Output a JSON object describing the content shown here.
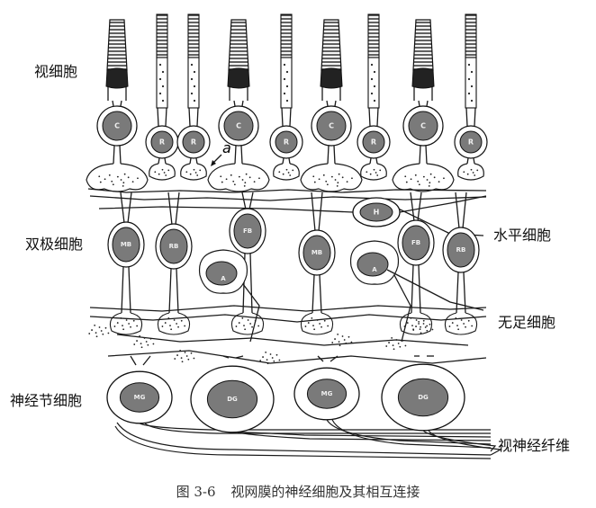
{
  "labels": {
    "photoreceptor": "视细胞",
    "bipolar": "双极细胞",
    "ganglion": "神经节细胞",
    "horizontal": "水平细胞",
    "amacrine": "无足细胞",
    "optic_fibers": "视神经纤维"
  },
  "pointer_letter": "a",
  "photoreceptors": [
    {
      "type": "cone",
      "letter": "C"
    },
    {
      "type": "rod",
      "letter": "R"
    },
    {
      "type": "rod",
      "letter": "R"
    },
    {
      "type": "cone",
      "letter": "C"
    },
    {
      "type": "rod",
      "letter": "R"
    },
    {
      "type": "cone",
      "letter": "C"
    },
    {
      "type": "rod",
      "letter": "R"
    },
    {
      "type": "cone",
      "letter": "C"
    },
    {
      "type": "rod",
      "letter": "R"
    }
  ],
  "bipolar_cells": [
    "MB",
    "RB",
    "FB",
    "MB",
    "FB",
    "RB"
  ],
  "horizontal_cell": "H",
  "amacrine_cells": [
    "A",
    "A"
  ],
  "ganglion_cells": [
    "MG",
    "DG",
    "MG",
    "DG"
  ],
  "caption": {
    "number": "图 3-6",
    "title": "视网膜的神经细胞及其相互连接"
  }
}
